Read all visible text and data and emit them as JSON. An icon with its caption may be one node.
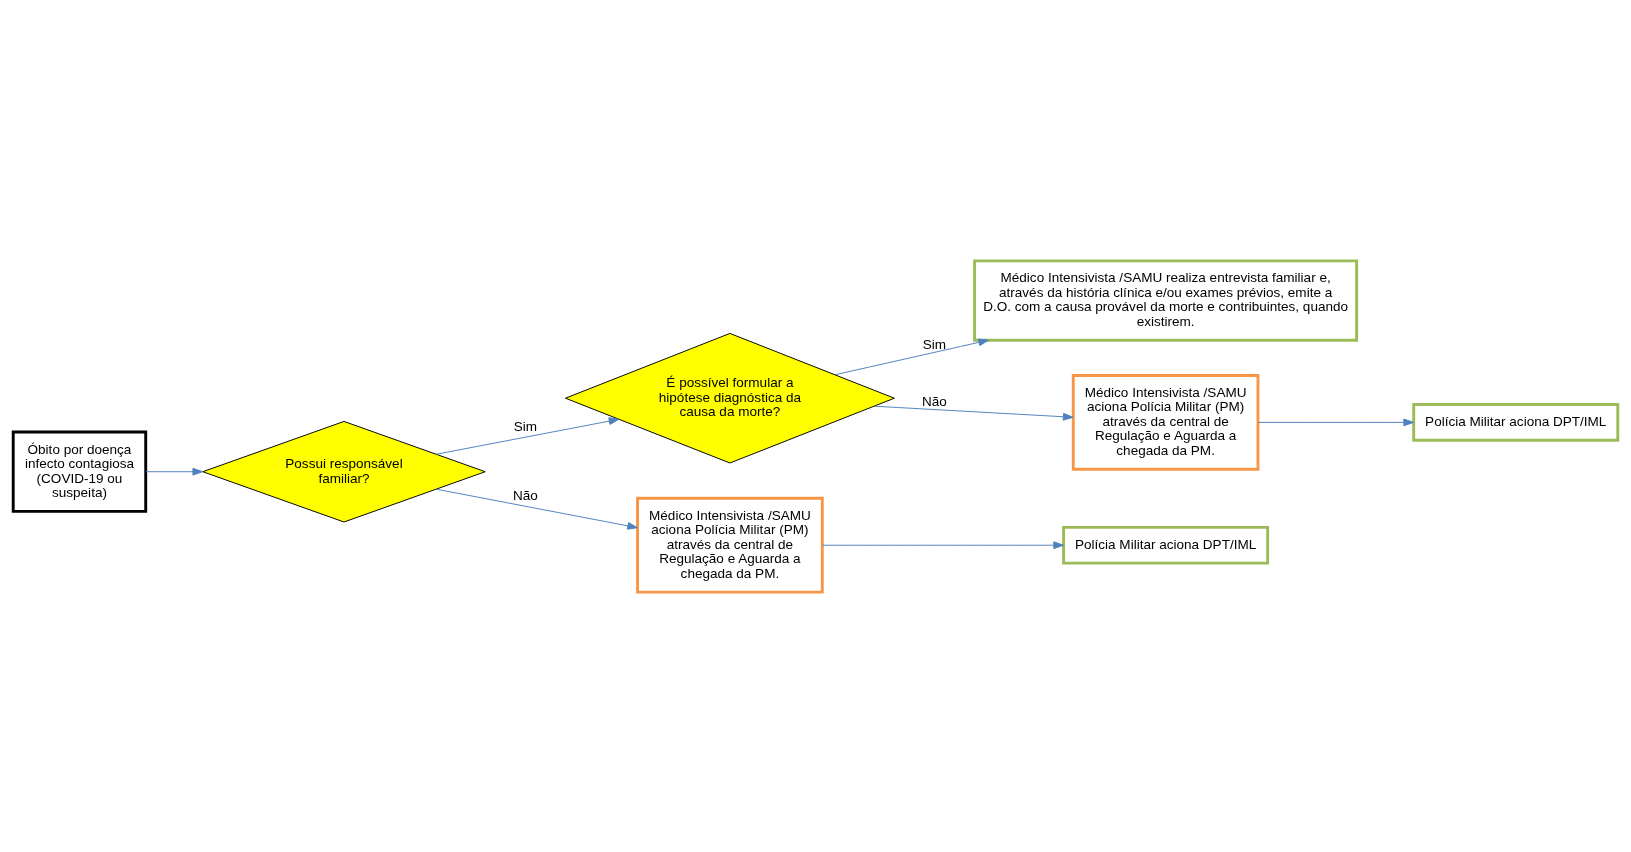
{
  "diagram": {
    "nodes": [
      {
        "text": [
          "Óbito por doença infecto contagiosa (COVID-19 ou suspeita)"
        ]
      },
      {
        "text": [
          "Possui responsável familiar?"
        ]
      },
      {
        "text": [
          "É possível formular a hipótese diagnóstica da causa da morte?"
        ]
      },
      {
        "text": [
          "Médico Intensivista /SAMU realiza entrevista familiar e, através da história clínica e/ou exames prévios, emite a D.O. com a causa provável da morte e contribuintes, quando existirem."
        ]
      },
      {
        "text": [
          "Médico Intensivista /SAMU aciona Polícia Militar (PM) através da central de Regulação e Aguarda a chegada da PM."
        ]
      },
      {
        "text": [
          "Polícia Militar aciona DPT/IML"
        ]
      },
      {
        "text": [
          "Médico Intensivista /SAMU aciona Polícia Militar (PM) através da central de Regulação e Aguarda a chegada da PM."
        ]
      },
      {
        "text": [
          "Polícia Militar aciona DPT/IML"
        ]
      }
    ],
    "edges": [
      {
        "from": 0,
        "to": 1,
        "arrow": "to"
      },
      {
        "from": 1,
        "to": 2,
        "arrow": "to",
        "label": "Sim"
      },
      {
        "from": 2,
        "to": 3,
        "arrow": "to",
        "label": "Sim"
      },
      {
        "from": 2,
        "to": 4,
        "arrow": "to",
        "label": "Não"
      },
      {
        "from": 4,
        "to": 5,
        "arrow": "to"
      },
      {
        "from": 1,
        "to": 6,
        "arrow": "to",
        "label": "Não"
      },
      {
        "from": 6,
        "to": 7,
        "arrow": "to"
      }
    ]
  }
}
